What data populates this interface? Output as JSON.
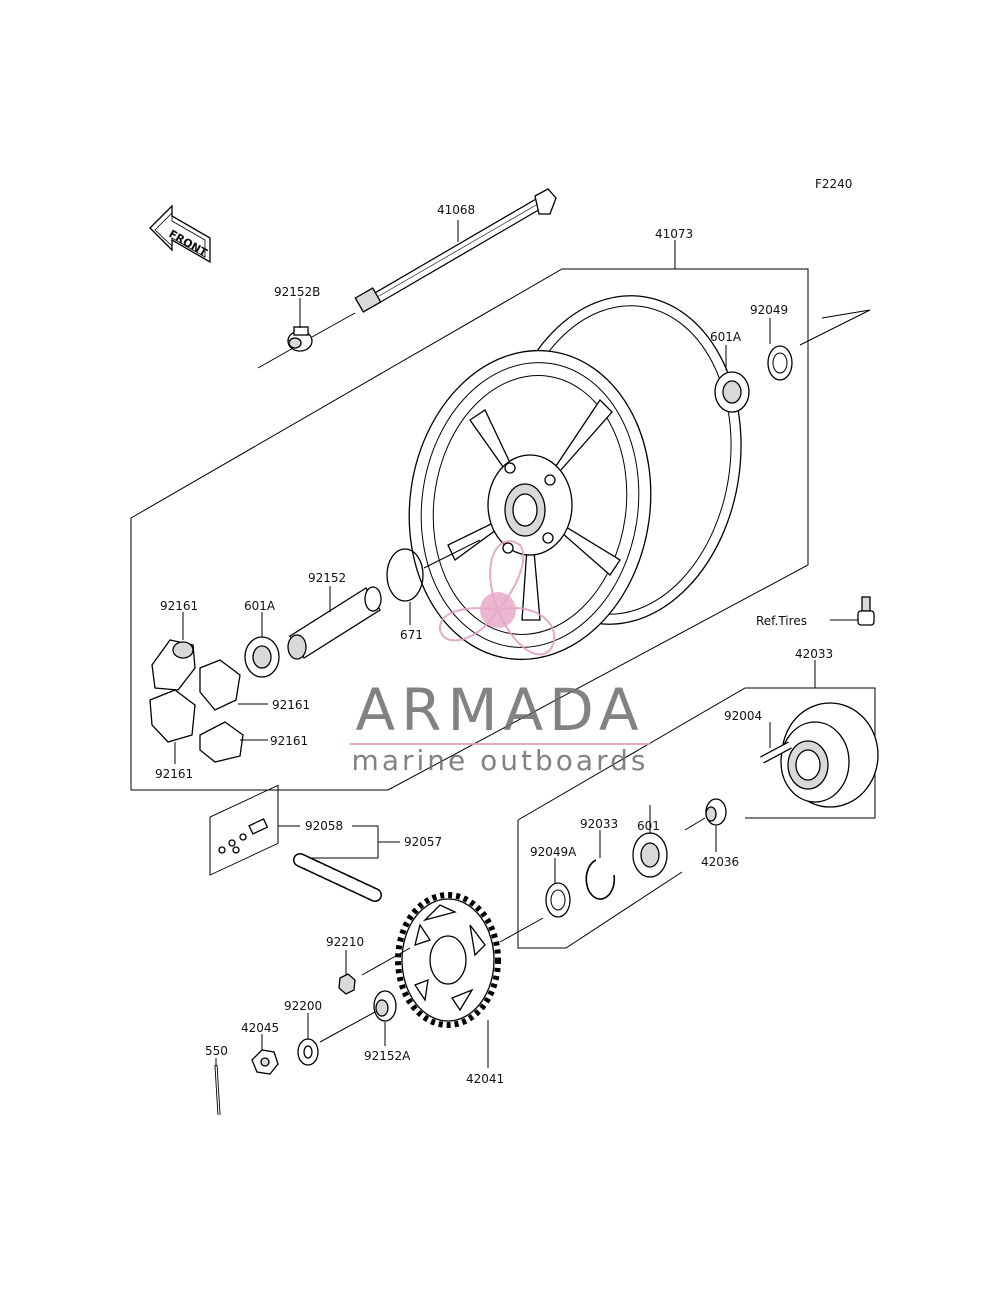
{
  "figure_code": "F2240",
  "front_label": "FRONT",
  "ref_label": "Ref.Tires",
  "watermark": {
    "brand": "ARMADA",
    "tagline": "marine outboards",
    "brand_color": "#6d6d6d",
    "accent_color": "#e39bc0"
  },
  "parts": {
    "p41068": "41068",
    "p41073": "41073",
    "p92152B": "92152B",
    "p92049": "92049",
    "p601A_top": "601A",
    "p92152": "92152",
    "p671": "671",
    "p601A": "601A",
    "p92161_a": "92161",
    "p92161_b": "92161",
    "p92161_c": "92161",
    "p92161_d": "92161",
    "p42033": "42033",
    "p92004": "92004",
    "p601": "601",
    "p92033": "92033",
    "p92049A": "92049A",
    "p42036": "42036",
    "p92058": "92058",
    "p92057": "92057",
    "p92210": "92210",
    "p92200": "92200",
    "p42045": "42045",
    "p550": "550",
    "p92152A": "92152A",
    "p42041": "42041"
  }
}
